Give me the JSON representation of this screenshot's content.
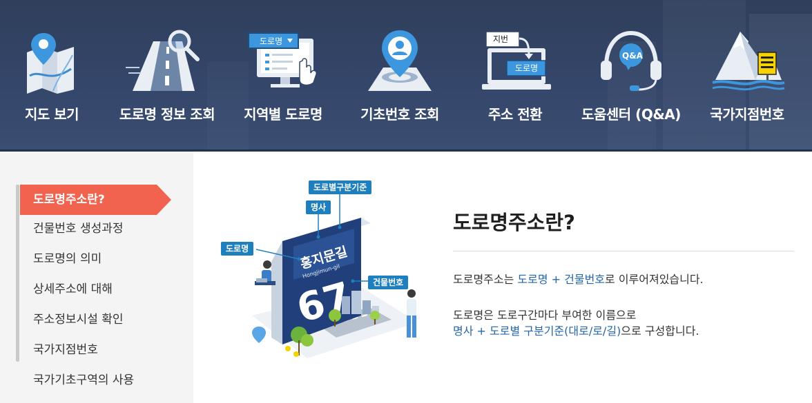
{
  "nav": {
    "items": [
      {
        "label": "지도 보기",
        "icon": "map-pin-icon"
      },
      {
        "label": "도로명 정보 조회",
        "icon": "road-magnifier-icon"
      },
      {
        "label": "지역별 도로명",
        "icon": "monitor-dropdown-icon"
      },
      {
        "label": "기초번호 조회",
        "icon": "location-person-icon"
      },
      {
        "label": "주소 전환",
        "icon": "address-convert-icon"
      },
      {
        "label": "도움센터 (Q&A)",
        "icon": "headset-qa-icon"
      },
      {
        "label": "국가지점번호",
        "icon": "mountain-sign-icon"
      }
    ],
    "icon_texts": {
      "dropdown": "도로명",
      "from": "지번",
      "to": "도로명",
      "qa": "Q&A"
    }
  },
  "sidebar": {
    "active": "도로명주소란?",
    "items": [
      "건물번호 생성과정",
      "도로명의 의미",
      "상세주소에 대해",
      "주소정보시설 확인",
      "국가지점번호",
      "국가기초구역의 사용"
    ]
  },
  "illustration": {
    "tag_standard": "도로별구분기준",
    "tag_noun": "명사",
    "tag_road": "도로명",
    "tag_building": "건물번호",
    "sign_korean": "홍지문길",
    "sign_roman": "Hongjimun-gil",
    "sign_number": "67"
  },
  "content": {
    "title": "도로명주소란?",
    "p1_before": "도로명주소는 ",
    "p1_highlight": "도로명 + 건물번호",
    "p1_after": "로 이루어져있습니다.",
    "p2_line1": "도로명은 도로구간마다 부여한 이름으로",
    "p2_highlight": "명사 + 도로별 구분기준(대로/로/길)",
    "p2_after": "으로 구성합니다."
  },
  "colors": {
    "hero_bg": "#34466a",
    "active_bg": "#f1634e",
    "highlight": "#2466a8",
    "tag_bg": "#1e7fbf"
  }
}
